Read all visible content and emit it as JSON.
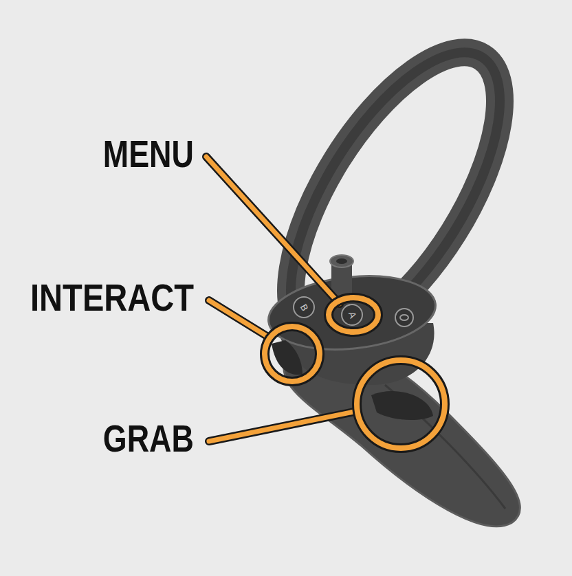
{
  "diagram": {
    "labels": [
      "MENU",
      "INTERACT",
      "GRAB",
      "B",
      "A"
    ]
  }
}
